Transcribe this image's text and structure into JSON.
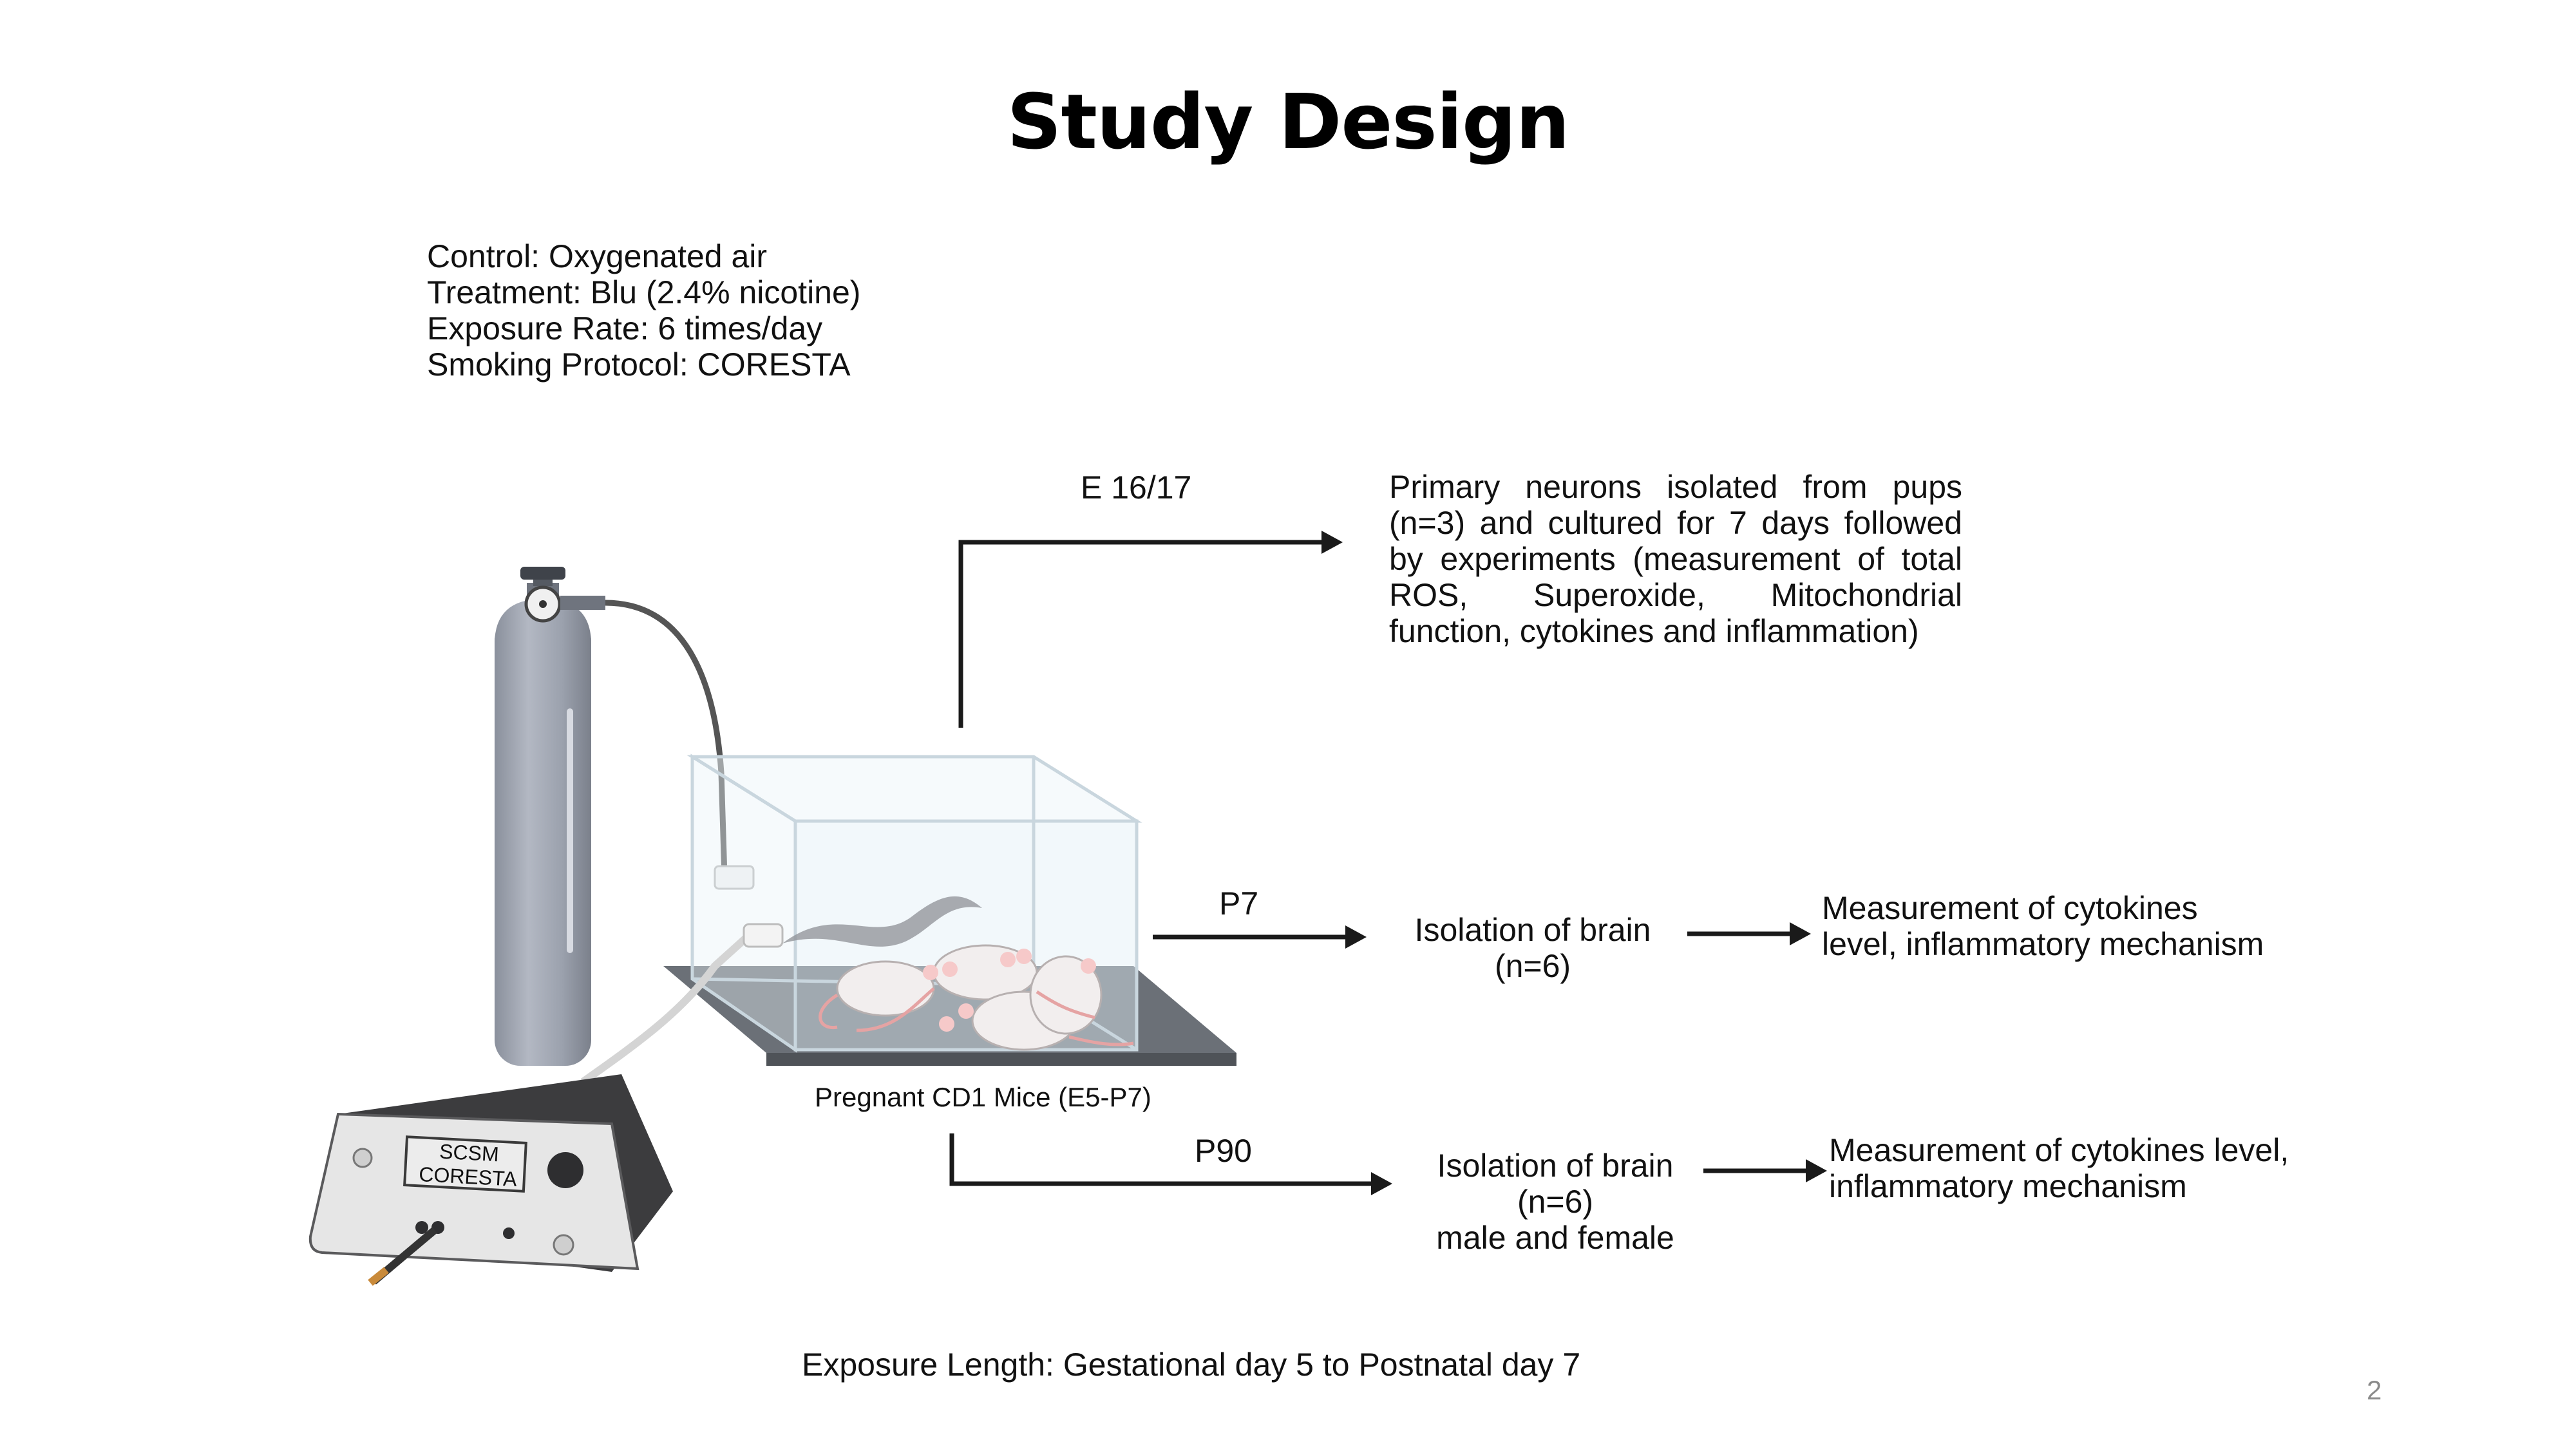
{
  "title": "Study Design",
  "parameters": [
    "Control: Oxygenated air",
    "Treatment: Blu (2.4% nicotine)",
    "Exposure Rate: 6 times/day",
    "Smoking Protocol: CORESTA"
  ],
  "branches": {
    "e16": {
      "label": "E 16/17",
      "description": "Primary neurons isolated from pups (n=3) and cultured for 7 days followed by experiments (measurement of total ROS, Superoxide, Mitochondrial function, cytokines and inflammation)"
    },
    "p7": {
      "label": "P7",
      "step1_lines": [
        "Isolation of brain",
        "(n=6)"
      ],
      "step2_lines": [
        "Measurement of cytokines",
        "level, inflammatory mechanism"
      ]
    },
    "p90": {
      "label": "P90",
      "step1_lines": [
        "Isolation of brain",
        "(n=6)",
        "male and female"
      ],
      "step2_lines": [
        "Measurement of cytokines level,",
        "inflammatory mechanism"
      ]
    }
  },
  "chamber_caption": "Pregnant CD1 Mice (E5-P7)",
  "device_display": [
    "SCSM",
    "CORESTA"
  ],
  "exposure_length": "Exposure Length: Gestational day 5 to Postnatal day 7",
  "page_number": "2",
  "colors": {
    "arrow": "#1a1a1a",
    "cylinder": "#9aa0ad",
    "base_plate": "#6b7077",
    "device_body": "#3c3c3e",
    "device_panel": "#e6e6e6"
  }
}
